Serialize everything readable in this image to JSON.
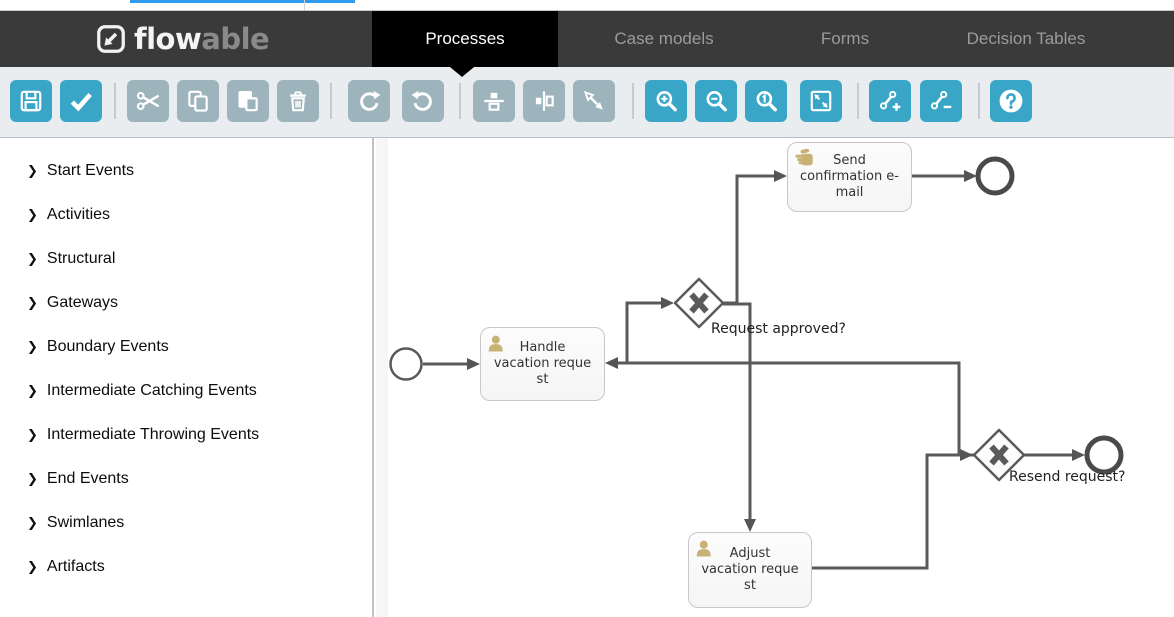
{
  "navbar": {
    "logo": {
      "brand_primary": "flow",
      "brand_secondary": "able"
    },
    "tabs": [
      {
        "label": "Processes",
        "active": true
      },
      {
        "label": "Case models",
        "active": false
      },
      {
        "label": "Forms",
        "active": false
      },
      {
        "label": "Decision Tables",
        "active": false
      }
    ]
  },
  "toolbar": {
    "buttons": [
      {
        "name": "save",
        "icon": "floppy-disk-icon",
        "enabled": true
      },
      {
        "name": "validate",
        "icon": "checkmark-icon",
        "enabled": true
      },
      {
        "name": "cut",
        "icon": "scissors-icon",
        "enabled": false
      },
      {
        "name": "copy",
        "icon": "copy-pages-icon",
        "enabled": false
      },
      {
        "name": "paste",
        "icon": "paste-page-icon",
        "enabled": false
      },
      {
        "name": "delete",
        "icon": "trash-icon",
        "enabled": false
      },
      {
        "name": "redo",
        "icon": "redo-arrow-icon",
        "enabled": false
      },
      {
        "name": "undo",
        "icon": "undo-arrow-icon",
        "enabled": false
      },
      {
        "name": "align-horizontal",
        "icon": "align-horizontal-icon",
        "enabled": false
      },
      {
        "name": "align-vertical",
        "icon": "align-vertical-icon",
        "enabled": false
      },
      {
        "name": "same-size",
        "icon": "same-size-arrows-icon",
        "enabled": false
      },
      {
        "name": "zoom-in",
        "icon": "magnifier-plus-icon",
        "enabled": true
      },
      {
        "name": "zoom-out",
        "icon": "magnifier-minus-icon",
        "enabled": true
      },
      {
        "name": "zoom-actual",
        "icon": "magnifier-one-icon",
        "enabled": true
      },
      {
        "name": "zoom-fit",
        "icon": "fit-to-screen-icon",
        "enabled": true
      },
      {
        "name": "add-bendpoint",
        "icon": "bendpoint-plus-icon",
        "enabled": true
      },
      {
        "name": "remove-bendpoint",
        "icon": "bendpoint-minus-icon",
        "enabled": true
      },
      {
        "name": "help",
        "icon": "question-mark-icon",
        "enabled": true
      }
    ]
  },
  "palette": {
    "items": [
      {
        "label": "Start Events"
      },
      {
        "label": "Activities"
      },
      {
        "label": "Structural"
      },
      {
        "label": "Gateways"
      },
      {
        "label": "Boundary Events"
      },
      {
        "label": "Intermediate Catching Events"
      },
      {
        "label": "Intermediate Throwing Events"
      },
      {
        "label": "End Events"
      },
      {
        "label": "Swimlanes"
      },
      {
        "label": "Artifacts"
      }
    ]
  },
  "diagram": {
    "tasks": [
      {
        "id": "handle-vacation-request",
        "type": "user-task",
        "icon": "person-icon",
        "label": "Handle vacation request",
        "lines": [
          "Handle",
          "vacation reque",
          "st"
        ]
      },
      {
        "id": "send-confirmation-email",
        "type": "manual-task",
        "icon": "hand-icon",
        "label": "Send confirmation e-mail",
        "lines": [
          "Send",
          "confirmation e-",
          "mail"
        ]
      },
      {
        "id": "adjust-vacation-request",
        "type": "user-task",
        "icon": "person-icon",
        "label": "Adjust vacation request",
        "lines": [
          "Adjust",
          "vacation reque",
          "st"
        ]
      }
    ],
    "gateways": [
      {
        "id": "request-approved",
        "type": "exclusive-x",
        "label": "Request approved?"
      },
      {
        "id": "resend-request",
        "type": "exclusive-x",
        "label": "Resend request?"
      }
    ],
    "events": [
      {
        "id": "start-event",
        "type": "start"
      },
      {
        "id": "end-event-1",
        "type": "end"
      },
      {
        "id": "end-event-2",
        "type": "end"
      }
    ]
  },
  "colors": {
    "accent_teal": "#3aa6c7",
    "disabled_button": "#9db4bd",
    "navbar_bg": "#3a3a3a",
    "active_tab_bg": "#000000",
    "flow_line": "#5a5a5a",
    "task_icon_tan": "#c9b176",
    "toolbar_bg": "#e9edf0"
  }
}
